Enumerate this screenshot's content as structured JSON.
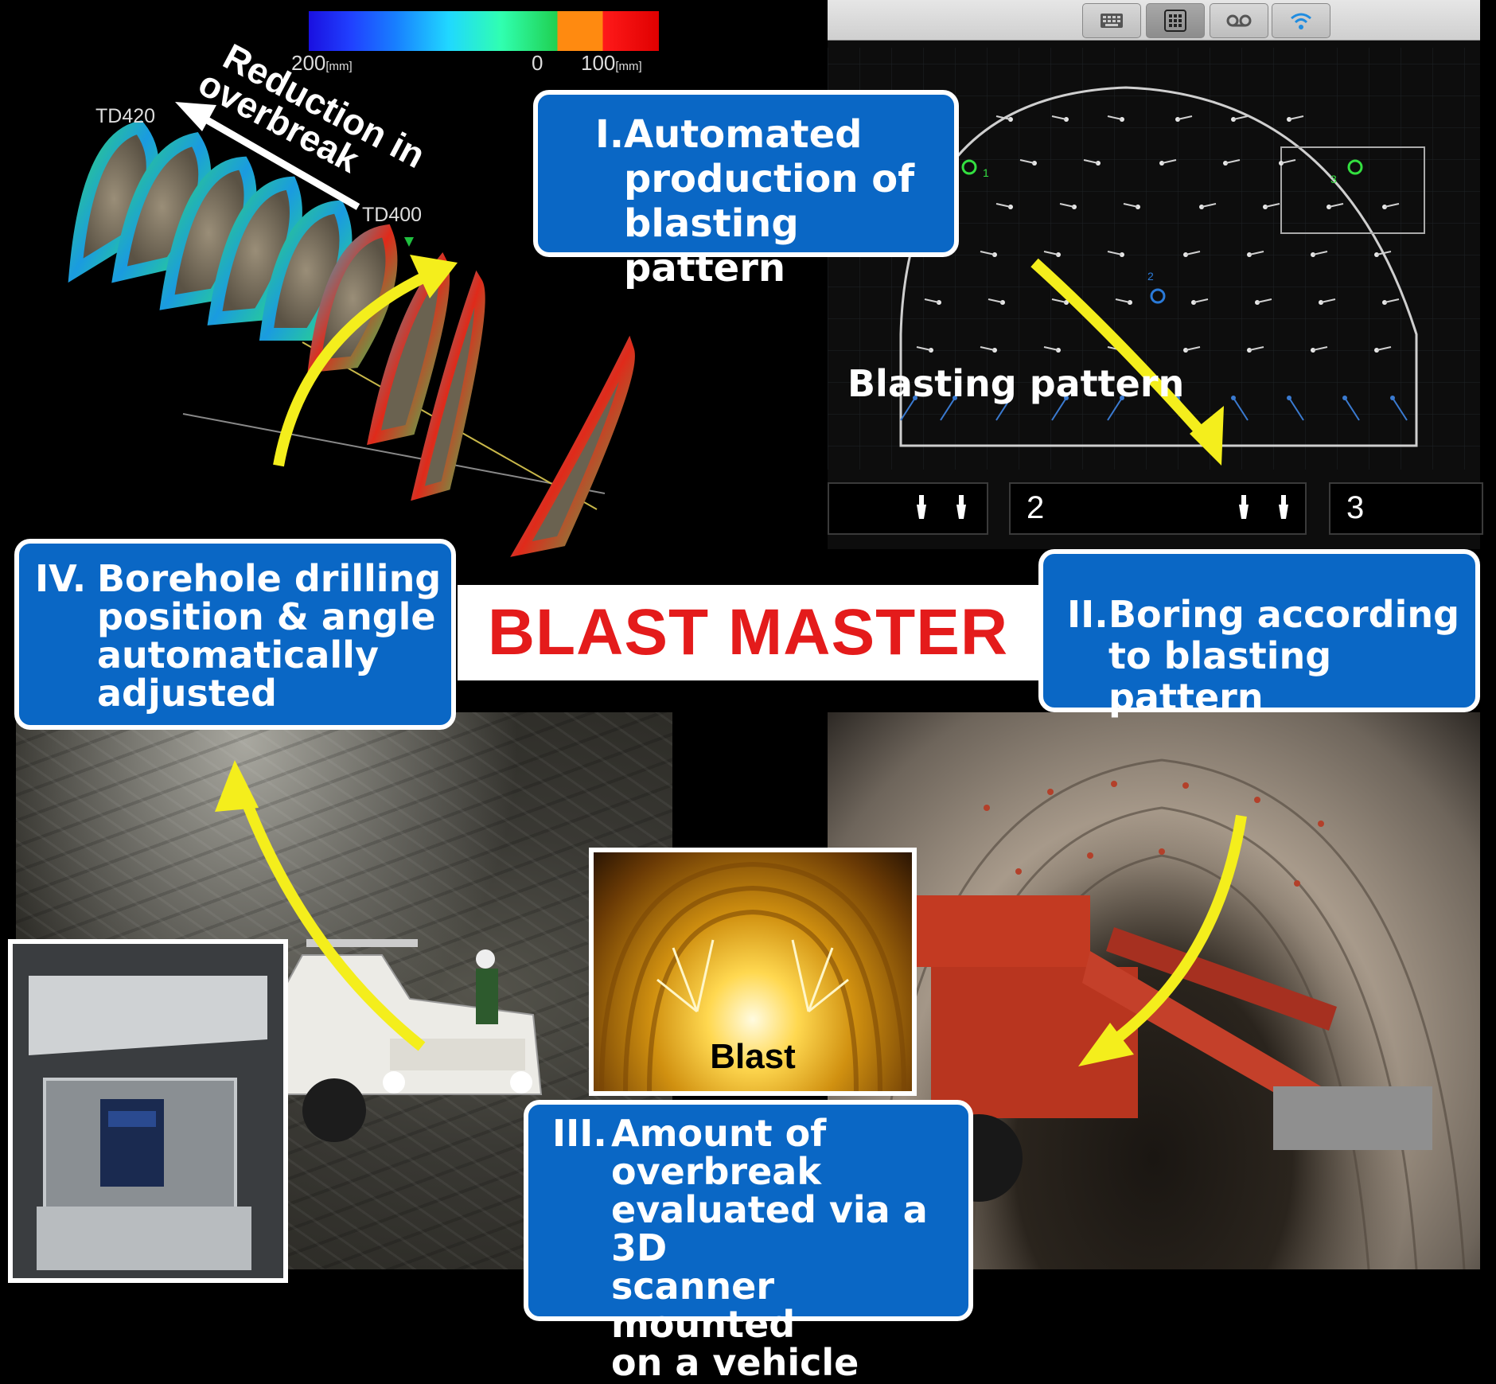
{
  "colorbar": {
    "label_left": "200",
    "label_zero": "0",
    "label_right": "100",
    "unit": "[mm]"
  },
  "scan": {
    "td420": "TD420",
    "td400": "TD400",
    "reduction_line1": "Reduction in",
    "reduction_line2": "overbreak"
  },
  "pattern_screen": {
    "caption": "Blasting pattern",
    "cells": [
      "2",
      "3"
    ],
    "markers": [
      "1",
      "2",
      "3"
    ]
  },
  "banner": {
    "title": "BLAST MASTER"
  },
  "steps": [
    {
      "num": "I.",
      "text": "Automated\nproduction of\nblasting pattern"
    },
    {
      "num": "II.",
      "text": "Boring according\nto blasting pattern"
    },
    {
      "num": "III.",
      "text": "Amount of\noverbreak\nevaluated via a 3D\nscanner mounted\non a vehicle"
    },
    {
      "num": "IV.",
      "text": "Borehole drilling\nposition & angle\nautomatically\nadjusted"
    }
  ],
  "blast_photo": {
    "label": "Blast"
  },
  "colors": {
    "callout_blue": "#0a67c5",
    "banner_red": "#e41b1b",
    "arrow_yellow": "#f4ee1c"
  },
  "icons": [
    "keyboard-icon",
    "keypad-icon",
    "voicemail-icon",
    "wifi-icon",
    "drill-bit-icon"
  ]
}
